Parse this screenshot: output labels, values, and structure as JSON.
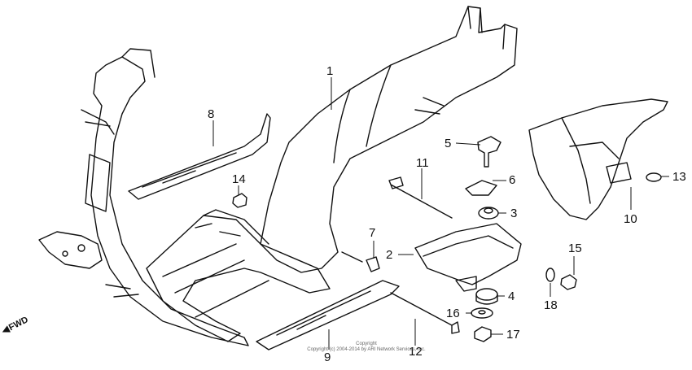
{
  "diagram": {
    "callouts": [
      {
        "id": "1",
        "text": "1"
      },
      {
        "id": "2",
        "text": "2"
      },
      {
        "id": "3",
        "text": "3"
      },
      {
        "id": "4",
        "text": "4"
      },
      {
        "id": "5",
        "text": "5"
      },
      {
        "id": "6",
        "text": "6"
      },
      {
        "id": "7",
        "text": "7"
      },
      {
        "id": "8",
        "text": "8"
      },
      {
        "id": "9",
        "text": "9"
      },
      {
        "id": "10",
        "text": "10"
      },
      {
        "id": "11",
        "text": "11"
      },
      {
        "id": "12",
        "text": "12"
      },
      {
        "id": "13",
        "text": "13"
      },
      {
        "id": "14",
        "text": "14"
      },
      {
        "id": "15",
        "text": "15"
      },
      {
        "id": "16",
        "text": "16"
      },
      {
        "id": "17",
        "text": "17"
      },
      {
        "id": "18",
        "text": "18"
      }
    ],
    "direction_label": "FWD",
    "copyright_line1": "Copyright",
    "copyright_line2": "Copyright (c) 2004-2014 by ARI Network Services, Inc."
  },
  "colors": {
    "ink": "#111111",
    "paper": "#ffffff"
  }
}
